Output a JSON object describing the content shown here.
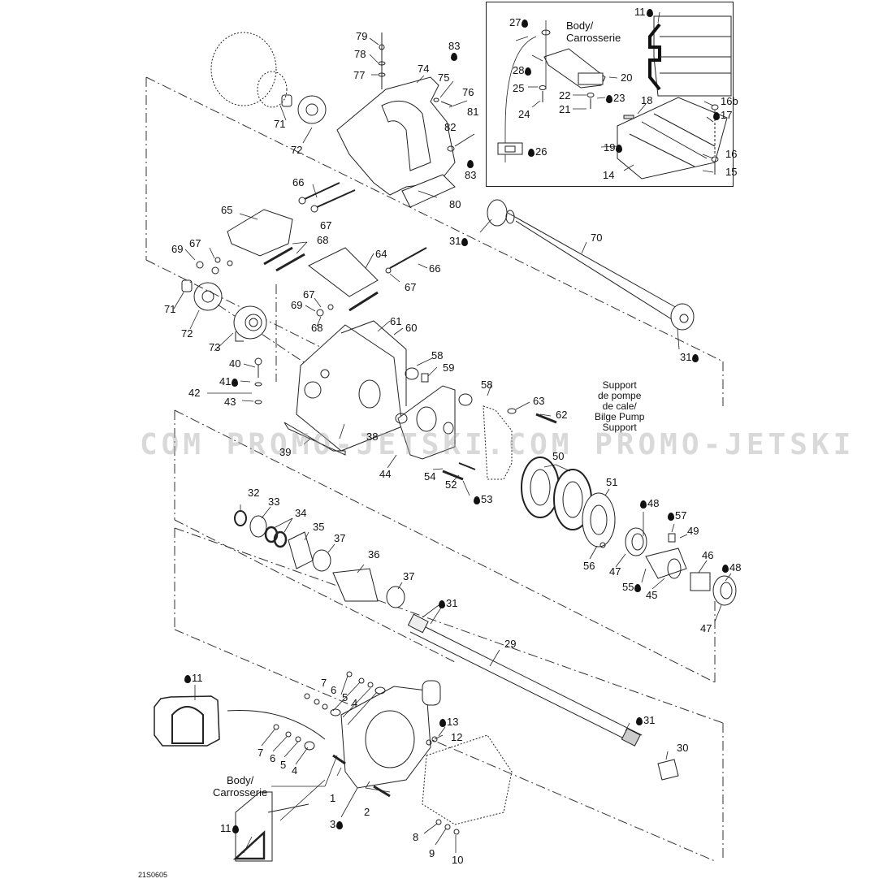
{
  "diagram": {
    "title": "Drive system exploded parts diagram",
    "drawing_code": "21S0605",
    "watermark": "COM PROMO-JETSKI.COM PROMO-JETSKI",
    "colors": {
      "line": "#222222",
      "watermark": "#aaaaaa",
      "background": "#ffffff"
    },
    "notes": {
      "body_top": "Body/\nCarrosserie",
      "body_bottom": "Body/\nCarrosserie",
      "bilge": "Support\nde pompe\nde cale/\nBilge Pump\nSupport"
    },
    "callouts": [
      {
        "id": "c79",
        "text": "79"
      },
      {
        "id": "c78",
        "text": "78"
      },
      {
        "id": "c77",
        "text": "77"
      },
      {
        "id": "c74",
        "text": "74"
      },
      {
        "id": "c75",
        "text": "75"
      },
      {
        "id": "c76",
        "text": "76"
      },
      {
        "id": "c83a",
        "text": "83",
        "drop": true
      },
      {
        "id": "c81",
        "text": "81"
      },
      {
        "id": "c82",
        "text": "82"
      },
      {
        "id": "c83b",
        "text": "83",
        "drop": true
      },
      {
        "id": "c80",
        "text": "80"
      },
      {
        "id": "c71a",
        "text": "71"
      },
      {
        "id": "c72a",
        "text": "72"
      },
      {
        "id": "c66a",
        "text": "66"
      },
      {
        "id": "c65",
        "text": "65"
      },
      {
        "id": "c67a",
        "text": "67"
      },
      {
        "id": "c67b",
        "text": "67"
      },
      {
        "id": "c69a",
        "text": "69"
      },
      {
        "id": "c68a",
        "text": "68"
      },
      {
        "id": "c64",
        "text": "64"
      },
      {
        "id": "c66b",
        "text": "66"
      },
      {
        "id": "c67c",
        "text": "67"
      },
      {
        "id": "c67d",
        "text": "67"
      },
      {
        "id": "c69b",
        "text": "69"
      },
      {
        "id": "c68b",
        "text": "68"
      },
      {
        "id": "c71b",
        "text": "71"
      },
      {
        "id": "c72b",
        "text": "72"
      },
      {
        "id": "c73",
        "text": "73"
      },
      {
        "id": "c61",
        "text": "61"
      },
      {
        "id": "c60",
        "text": "60"
      },
      {
        "id": "c58a",
        "text": "58"
      },
      {
        "id": "c59",
        "text": "59"
      },
      {
        "id": "c40",
        "text": "40"
      },
      {
        "id": "c41",
        "text": "41",
        "drop": true
      },
      {
        "id": "c42",
        "text": "42"
      },
      {
        "id": "c43",
        "text": "43"
      },
      {
        "id": "c58b",
        "text": "58"
      },
      {
        "id": "c63",
        "text": "63"
      },
      {
        "id": "c62",
        "text": "62"
      },
      {
        "id": "c38",
        "text": "38"
      },
      {
        "id": "c39",
        "text": "39"
      },
      {
        "id": "c44",
        "text": "44"
      },
      {
        "id": "c54",
        "text": "54"
      },
      {
        "id": "c52",
        "text": "52"
      },
      {
        "id": "c53",
        "text": "53",
        "drop": true
      },
      {
        "id": "c50",
        "text": "50"
      },
      {
        "id": "c51",
        "text": "51"
      },
      {
        "id": "c48a",
        "text": "48",
        "drop": true
      },
      {
        "id": "c57",
        "text": "57",
        "drop": true
      },
      {
        "id": "c49",
        "text": "49"
      },
      {
        "id": "c56",
        "text": "56"
      },
      {
        "id": "c47a",
        "text": "47"
      },
      {
        "id": "c46",
        "text": "46"
      },
      {
        "id": "c48b",
        "text": "48",
        "drop": true
      },
      {
        "id": "c55",
        "text": "55",
        "drop": true
      },
      {
        "id": "c45",
        "text": "45"
      },
      {
        "id": "c47b",
        "text": "47"
      },
      {
        "id": "c32",
        "text": "32"
      },
      {
        "id": "c33",
        "text": "33"
      },
      {
        "id": "c34",
        "text": "34"
      },
      {
        "id": "c35",
        "text": "35"
      },
      {
        "id": "c37a",
        "text": "37"
      },
      {
        "id": "c36",
        "text": "36"
      },
      {
        "id": "c37b",
        "text": "37"
      },
      {
        "id": "c31a",
        "text": "31",
        "drop": true
      },
      {
        "id": "c29",
        "text": "29"
      },
      {
        "id": "c31b",
        "text": "31",
        "drop": true
      },
      {
        "id": "c30",
        "text": "30"
      },
      {
        "id": "c70",
        "text": "70"
      },
      {
        "id": "c31c",
        "text": "31",
        "drop": true
      },
      {
        "id": "c31d",
        "text": "31",
        "drop": true
      },
      {
        "id": "c11a",
        "text": "11",
        "drop": true
      },
      {
        "id": "c7a",
        "text": "7"
      },
      {
        "id": "c6a",
        "text": "6"
      },
      {
        "id": "c5a",
        "text": "5"
      },
      {
        "id": "c4a",
        "text": "4"
      },
      {
        "id": "c7b",
        "text": "7"
      },
      {
        "id": "c6b",
        "text": "6"
      },
      {
        "id": "c5b",
        "text": "5"
      },
      {
        "id": "c4b",
        "text": "4"
      },
      {
        "id": "c13",
        "text": "13",
        "drop": true
      },
      {
        "id": "c12",
        "text": "12"
      },
      {
        "id": "c1",
        "text": "1"
      },
      {
        "id": "c2",
        "text": "2"
      },
      {
        "id": "c3",
        "text": "3",
        "drop": true
      },
      {
        "id": "c8",
        "text": "8"
      },
      {
        "id": "c9",
        "text": "9"
      },
      {
        "id": "c10",
        "text": "10"
      },
      {
        "id": "c11b",
        "text": "11",
        "drop": true
      },
      {
        "id": "c27",
        "text": "27",
        "drop": true
      },
      {
        "id": "c28",
        "text": "28",
        "drop": true
      },
      {
        "id": "c20",
        "text": "20"
      },
      {
        "id": "c25",
        "text": "25"
      },
      {
        "id": "c24",
        "text": "24"
      },
      {
        "id": "c22",
        "text": "22"
      },
      {
        "id": "c23",
        "text": "23",
        "drop": true
      },
      {
        "id": "c21",
        "text": "21"
      },
      {
        "id": "c26",
        "text": "26",
        "drop": true
      },
      {
        "id": "c11c",
        "text": "11",
        "drop": true
      },
      {
        "id": "c18",
        "text": "18"
      },
      {
        "id": "c16b",
        "text": "16b"
      },
      {
        "id": "c17",
        "text": "17",
        "drop": true
      },
      {
        "id": "c19",
        "text": "19",
        "drop": true
      },
      {
        "id": "c16",
        "text": "16"
      },
      {
        "id": "c14",
        "text": "14"
      },
      {
        "id": "c15",
        "text": "15"
      }
    ]
  }
}
